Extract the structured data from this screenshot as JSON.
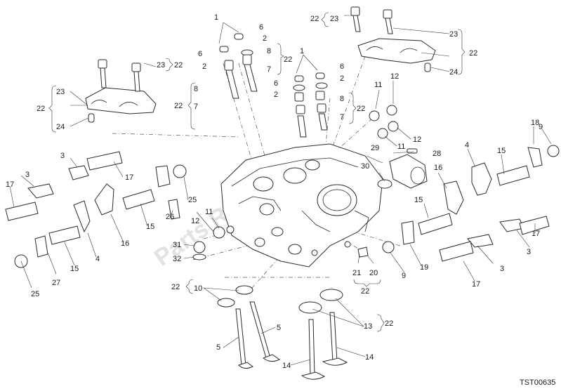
{
  "diagram": {
    "watermark": "Parts Republik",
    "drawing_code": "TST00635",
    "callouts": [
      {
        "n": "1"
      },
      {
        "n": "6"
      },
      {
        "n": "2"
      },
      {
        "n": "6"
      },
      {
        "n": "2"
      },
      {
        "n": "8"
      },
      {
        "n": "7"
      },
      {
        "n": "22"
      },
      {
        "n": "8"
      },
      {
        "n": "7"
      },
      {
        "n": "22"
      },
      {
        "n": "1"
      },
      {
        "n": "6"
      },
      {
        "n": "2"
      },
      {
        "n": "6"
      },
      {
        "n": "2"
      },
      {
        "n": "8"
      },
      {
        "n": "7"
      },
      {
        "n": "22"
      },
      {
        "n": "23"
      },
      {
        "n": "22"
      },
      {
        "n": "23"
      },
      {
        "n": "22"
      },
      {
        "n": "24"
      },
      {
        "n": "23"
      },
      {
        "n": "22"
      },
      {
        "n": "23"
      },
      {
        "n": "22"
      },
      {
        "n": "24"
      },
      {
        "n": "11"
      },
      {
        "n": "12"
      },
      {
        "n": "12"
      },
      {
        "n": "11"
      },
      {
        "n": "28"
      },
      {
        "n": "29"
      },
      {
        "n": "30"
      },
      {
        "n": "18"
      },
      {
        "n": "9"
      },
      {
        "n": "4"
      },
      {
        "n": "15"
      },
      {
        "n": "16"
      },
      {
        "n": "15"
      },
      {
        "n": "19"
      },
      {
        "n": "9"
      },
      {
        "n": "17"
      },
      {
        "n": "3"
      },
      {
        "n": "3"
      },
      {
        "n": "17"
      },
      {
        "n": "3"
      },
      {
        "n": "17"
      },
      {
        "n": "3"
      },
      {
        "n": "17"
      },
      {
        "n": "26"
      },
      {
        "n": "25"
      },
      {
        "n": "15"
      },
      {
        "n": "16"
      },
      {
        "n": "4"
      },
      {
        "n": "15"
      },
      {
        "n": "27"
      },
      {
        "n": "25"
      },
      {
        "n": "12"
      },
      {
        "n": "11"
      },
      {
        "n": "31"
      },
      {
        "n": "32"
      },
      {
        "n": "21"
      },
      {
        "n": "20"
      },
      {
        "n": "22"
      },
      {
        "n": "22"
      },
      {
        "n": "10"
      },
      {
        "n": "5"
      },
      {
        "n": "5"
      },
      {
        "n": "13"
      },
      {
        "n": "22"
      },
      {
        "n": "14"
      },
      {
        "n": "14"
      }
    ]
  }
}
